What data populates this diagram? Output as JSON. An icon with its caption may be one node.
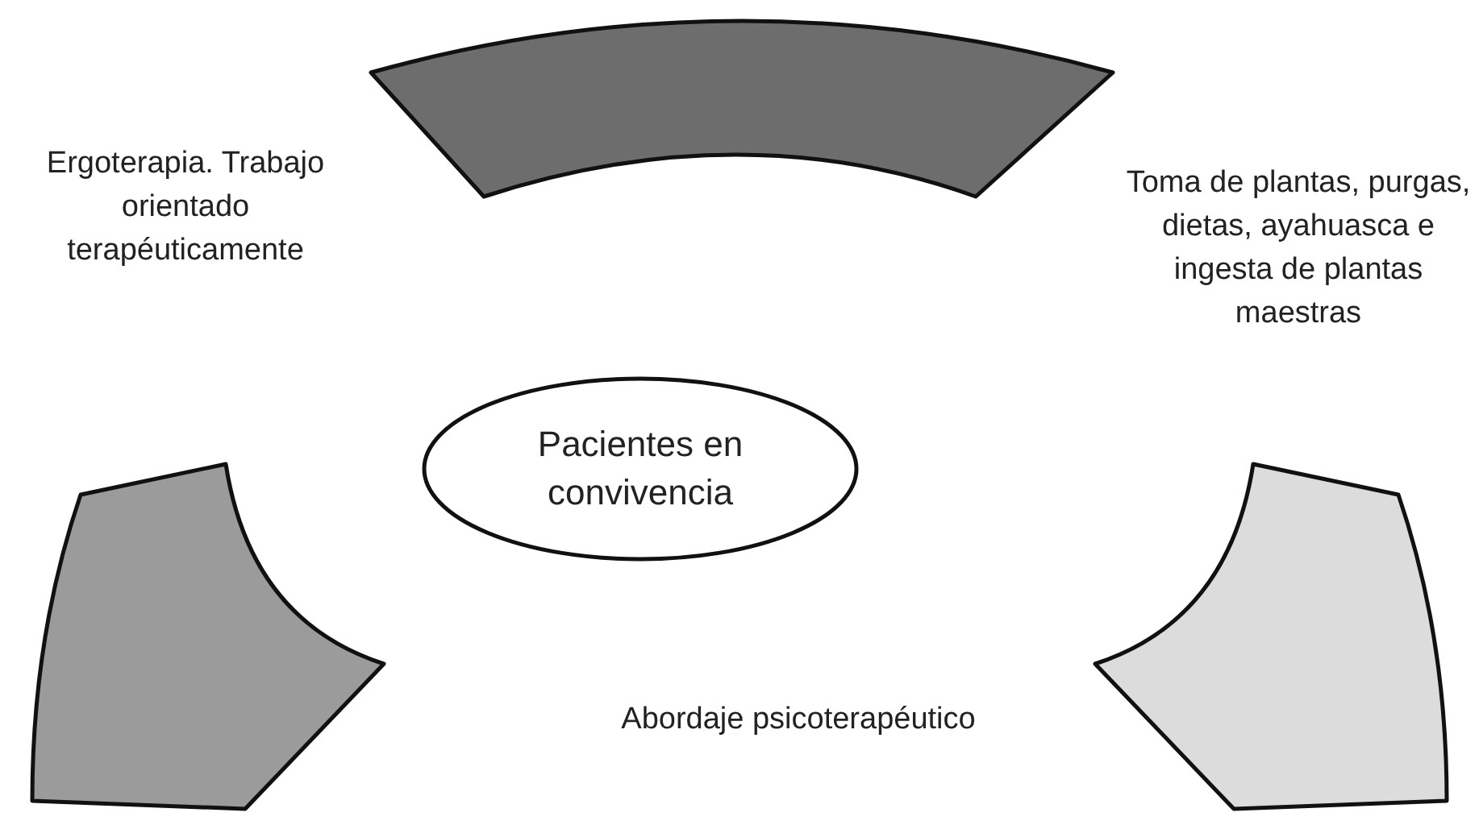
{
  "diagram": {
    "nodes": [
      {
        "text": [],
        "shape": "band"
      },
      {
        "text": [
          "Pacientes en convivencia"
        ]
      },
      {
        "text": [],
        "shape": "band"
      },
      {
        "text": [],
        "shape": "band"
      }
    ],
    "labels": [
      "Ergoterapia. Trabajo orientado terapéuticamente",
      "Toma de plantas, purgas, dietas, ayahuasca e ingesta de plantas maestras",
      "Abordaje psicoterapéutico"
    ]
  }
}
